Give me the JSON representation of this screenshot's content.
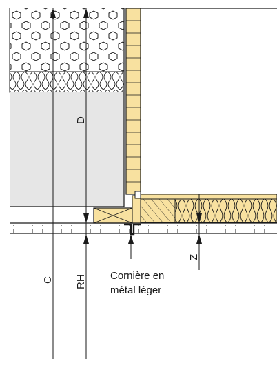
{
  "labels": {
    "c": "C",
    "rh": "RH",
    "d": "D",
    "z": "Z"
  },
  "note": {
    "line1": "Cornière en",
    "line2": "métal léger"
  },
  "colors": {
    "timber": "#f8e1a0",
    "wall_fill": "#e6e6e6",
    "line": "#1a1a1a",
    "concrete_dots": "#555555"
  }
}
